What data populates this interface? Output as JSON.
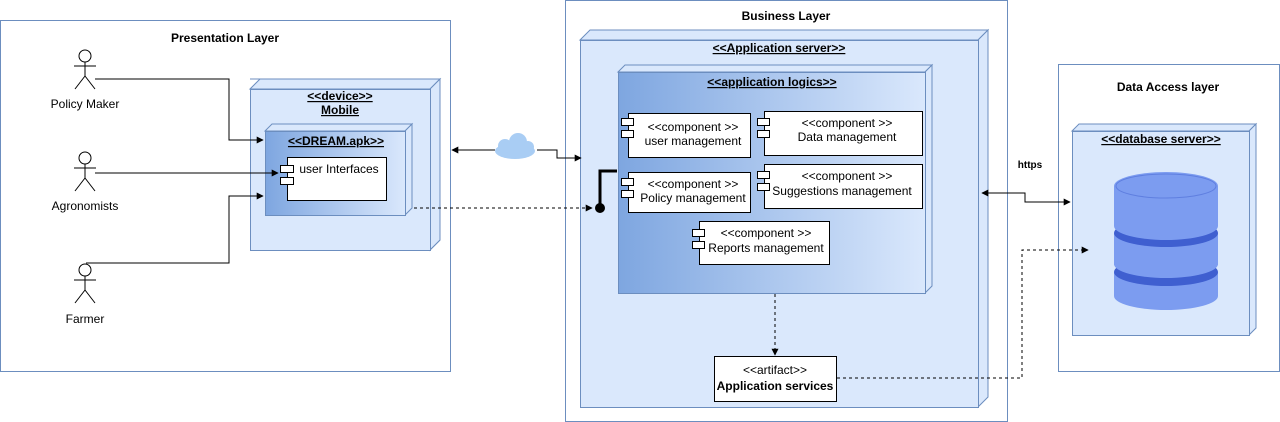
{
  "layers": {
    "presentation": "Presentation Layer",
    "business": "Business Layer",
    "data_access": "Data Access layer"
  },
  "actors": [
    {
      "name": "Policy Maker"
    },
    {
      "name": "Agronomists"
    },
    {
      "name": "Farmer"
    }
  ],
  "mobile": {
    "stereotype": "<<device>>",
    "name": "Mobile",
    "apk": "<<DREAM.apk>>",
    "ui_component": "user Interfaces"
  },
  "app_server": {
    "title": "<<Application server>>",
    "logics_title": "<<application logics>>",
    "components": [
      {
        "stereotype": "<<component >>",
        "name": "user management"
      },
      {
        "stereotype": "<<component >>",
        "name": "Data management"
      },
      {
        "stereotype": "<<component >>",
        "name": "Policy management"
      },
      {
        "stereotype": "<<component >>",
        "name": "Suggestions management"
      },
      {
        "stereotype": "<<component >>",
        "name": "Reports management"
      }
    ],
    "artifact": {
      "stereotype": "<<artifact>>",
      "name": "Application services"
    }
  },
  "database": {
    "title": "<<database server>>"
  },
  "connection_label": "https",
  "colors": {
    "node_fill": "#dae8fc",
    "node_stroke": "#6c8ebf",
    "gradient_dark": "#7ea6e0",
    "db_fill": "#7c9cf0",
    "db_dark": "#3f5fd0",
    "cloud_fill": "#a9cdf4"
  }
}
